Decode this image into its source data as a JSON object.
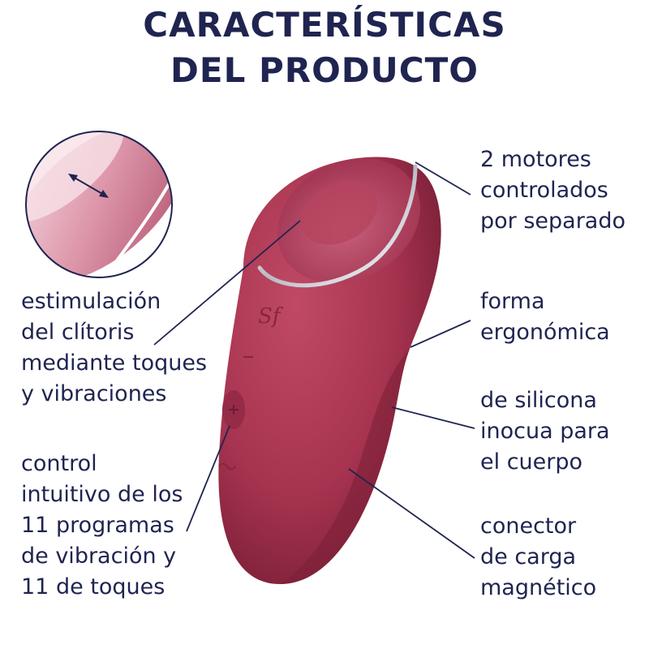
{
  "header": {
    "line1": "CARACTERÍSTICAS",
    "line2": "DEL PRODUCTO"
  },
  "features": {
    "left": [
      {
        "lines": [
          "estimulación",
          "del clítoris",
          "mediante toques",
          "y vibraciones"
        ]
      },
      {
        "lines": [
          "control",
          "intuitivo de los",
          "11 programas",
          "de vibración y",
          "11 de toques"
        ]
      }
    ],
    "right": [
      {
        "lines": [
          "2 motores",
          "controlados",
          "por separado"
        ]
      },
      {
        "lines": [
          "forma",
          "ergonómica"
        ]
      },
      {
        "lines": [
          "de silicona",
          "inocua para",
          "el cuerpo"
        ]
      },
      {
        "lines": [
          "conector",
          "de carga",
          "magnético"
        ]
      }
    ]
  },
  "colors": {
    "text": "#1f2450",
    "device": "#a6334f",
    "device_dark": "#7a1f37",
    "device_light": "#c75a72",
    "ring": "#e8e8ec"
  },
  "icons": [
    "brand-logo-icon",
    "minus-icon",
    "plus-icon",
    "wave-icon"
  ]
}
